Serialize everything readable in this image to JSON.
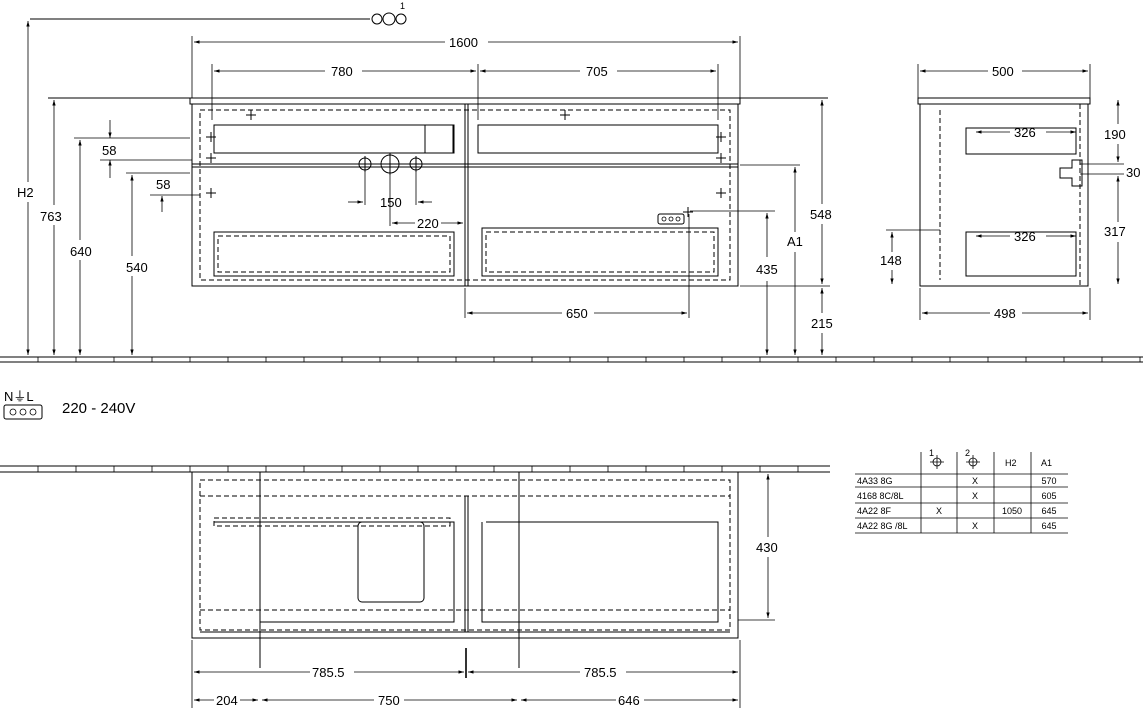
{
  "front_view": {
    "total_width": "1600",
    "drawer_left_width": "780",
    "drawer_right_width": "705",
    "height_h2_label": "H2",
    "height_763": "763",
    "height_640": "640",
    "height_540": "540",
    "offset_58_top": "58",
    "offset_58_bottom": "58",
    "spacing_150": "150",
    "spacing_220": "220",
    "width_650": "650",
    "height_435": "435",
    "height_a1_label": "A1",
    "height_548": "548",
    "height_215": "215",
    "marker_number": "1"
  },
  "side_view": {
    "depth_top": "500",
    "depth_bottom": "498",
    "drawer_depth_upper": "326",
    "drawer_depth_lower": "326",
    "height_190": "190",
    "height_30": "30",
    "height_317": "317",
    "height_148": "148"
  },
  "electrical": {
    "symbol_label": "N⏚L",
    "voltage": "220 - 240V"
  },
  "top_view": {
    "depth_430": "430",
    "half_left": "785.5",
    "half_right": "785.5",
    "segment_204": "204",
    "segment_750": "750",
    "segment_646": "646"
  },
  "table": {
    "header_1": "1",
    "header_2": "2",
    "header_h2": "H2",
    "header_a1": "A1",
    "rows": [
      {
        "model": "4A33 8G",
        "col1": "",
        "col2": "X",
        "h2": "",
        "a1": "570"
      },
      {
        "model": "4168 8C/8L",
        "col1": "",
        "col2": "X",
        "h2": "",
        "a1": "605"
      },
      {
        "model": "4A22 8F",
        "col1": "X",
        "col2": "",
        "h2": "1050",
        "a1": "645"
      },
      {
        "model": "4A22 8G /8L",
        "col1": "",
        "col2": "X",
        "h2": "",
        "a1": "645"
      }
    ]
  }
}
